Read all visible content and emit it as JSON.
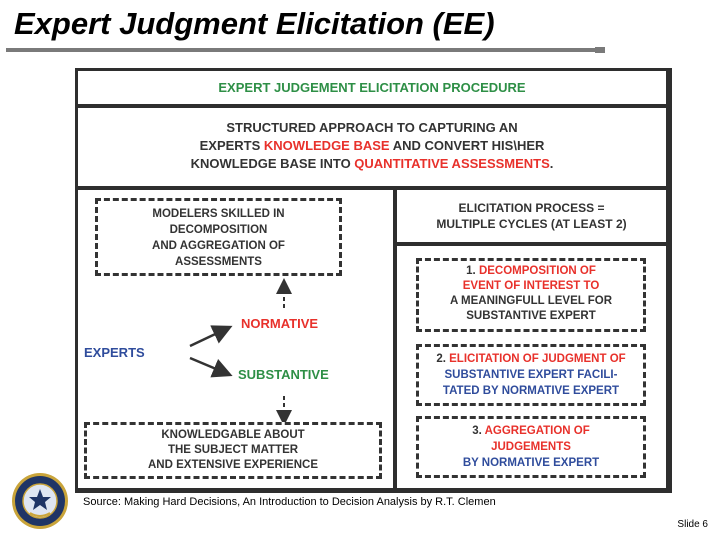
{
  "slide": {
    "title": "Expert Judgment Elicitation (EE)",
    "slide_number": "Slide 6"
  },
  "figure": {
    "header": "EXPERT JUDGEMENT ELICITATION PROCEDURE",
    "intro": {
      "part1": "STRUCTURED APPROACH TO CAPTURING AN",
      "part2": "EXPERTS ",
      "highlight1": "KNOWLEDGE BASE",
      "part3": " AND CONVERT HIS\\HER",
      "part4": "KNOWLEDGE BASE INTO ",
      "highlight2": "QUANTITATIVE ASSESSMENTS",
      "part5": "."
    },
    "modelers": [
      "MODELERS SKILLED IN",
      "DECOMPOSITION",
      "AND AGGREGATION OF",
      "ASSESSMENTS"
    ],
    "experts_label": "EXPERTS",
    "normative_label": "NORMATIVE",
    "substantive_label": "SUBSTANTIVE",
    "knowledgeable": [
      "KNOWLEDGABLE ABOUT",
      "THE SUBJECT MATTER",
      "AND EXTENSIVE EXPERIENCE"
    ],
    "process": [
      "ELICITATION PROCESS =",
      "MULTIPLE CYCLES (AT LEAST 2)"
    ],
    "step1": {
      "num": "1. ",
      "lines": [
        "DECOMPOSITION OF",
        "EVENT OF INTEREST TO",
        "A MEANINGFULL LEVEL FOR",
        "SUBSTANTIVE EXPERT"
      ]
    },
    "step2": {
      "num": "2. ",
      "lines": [
        "ELICITATION OF JUDGMENT OF",
        "SUBSTANTIVE EXPERT FACILI-",
        "TATED BY NORMATIVE EXPERT"
      ]
    },
    "step3": {
      "num": "3. ",
      "lines": [
        "AGGREGATION OF",
        "JUDGEMENTS",
        "BY NORMATIVE EXPERT"
      ]
    },
    "caption": "Source: Making Hard Decisions, An Introduction to Decision Analysis by R.T. Clemen"
  },
  "colors": {
    "red": "#e8312b",
    "green": "#2e8f46",
    "blue": "#2f4c9c",
    "dark": "#333333"
  }
}
